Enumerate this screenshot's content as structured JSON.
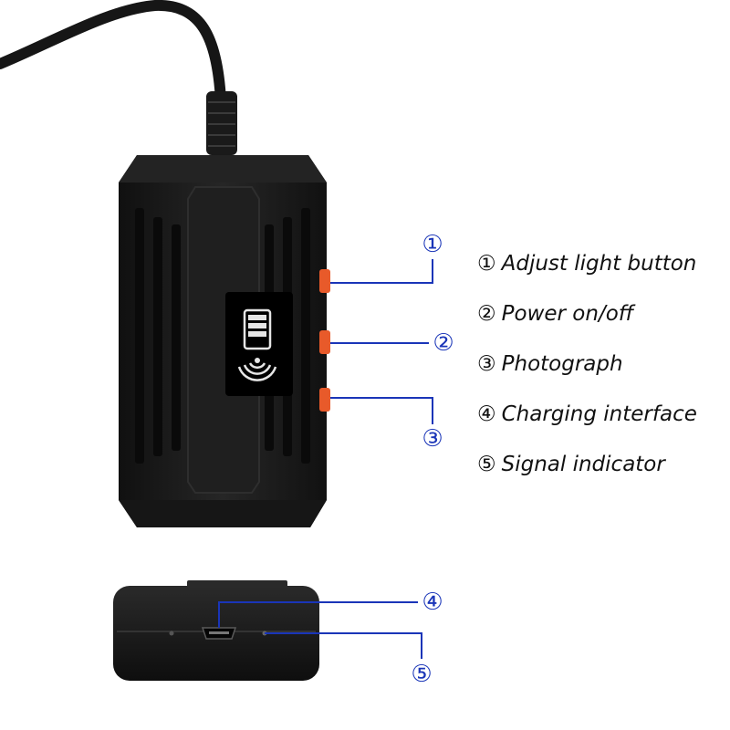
{
  "callouts": [
    {
      "number": "①",
      "label": "Adjust light button"
    },
    {
      "number": "②",
      "label": "Power on/off"
    },
    {
      "number": "③",
      "label": "Photograph"
    },
    {
      "number": "④",
      "label": "Charging interface"
    },
    {
      "number": "⑤",
      "label": "Signal indicator"
    }
  ],
  "colors": {
    "leader_line": "#1a35b8",
    "device_body": "#1b1b1b",
    "device_button": "#e85a2a",
    "background": "#ffffff"
  },
  "icons": [
    "wifi-camera-icon",
    "micro-usb-port-icon",
    "signal-led-icon"
  ]
}
